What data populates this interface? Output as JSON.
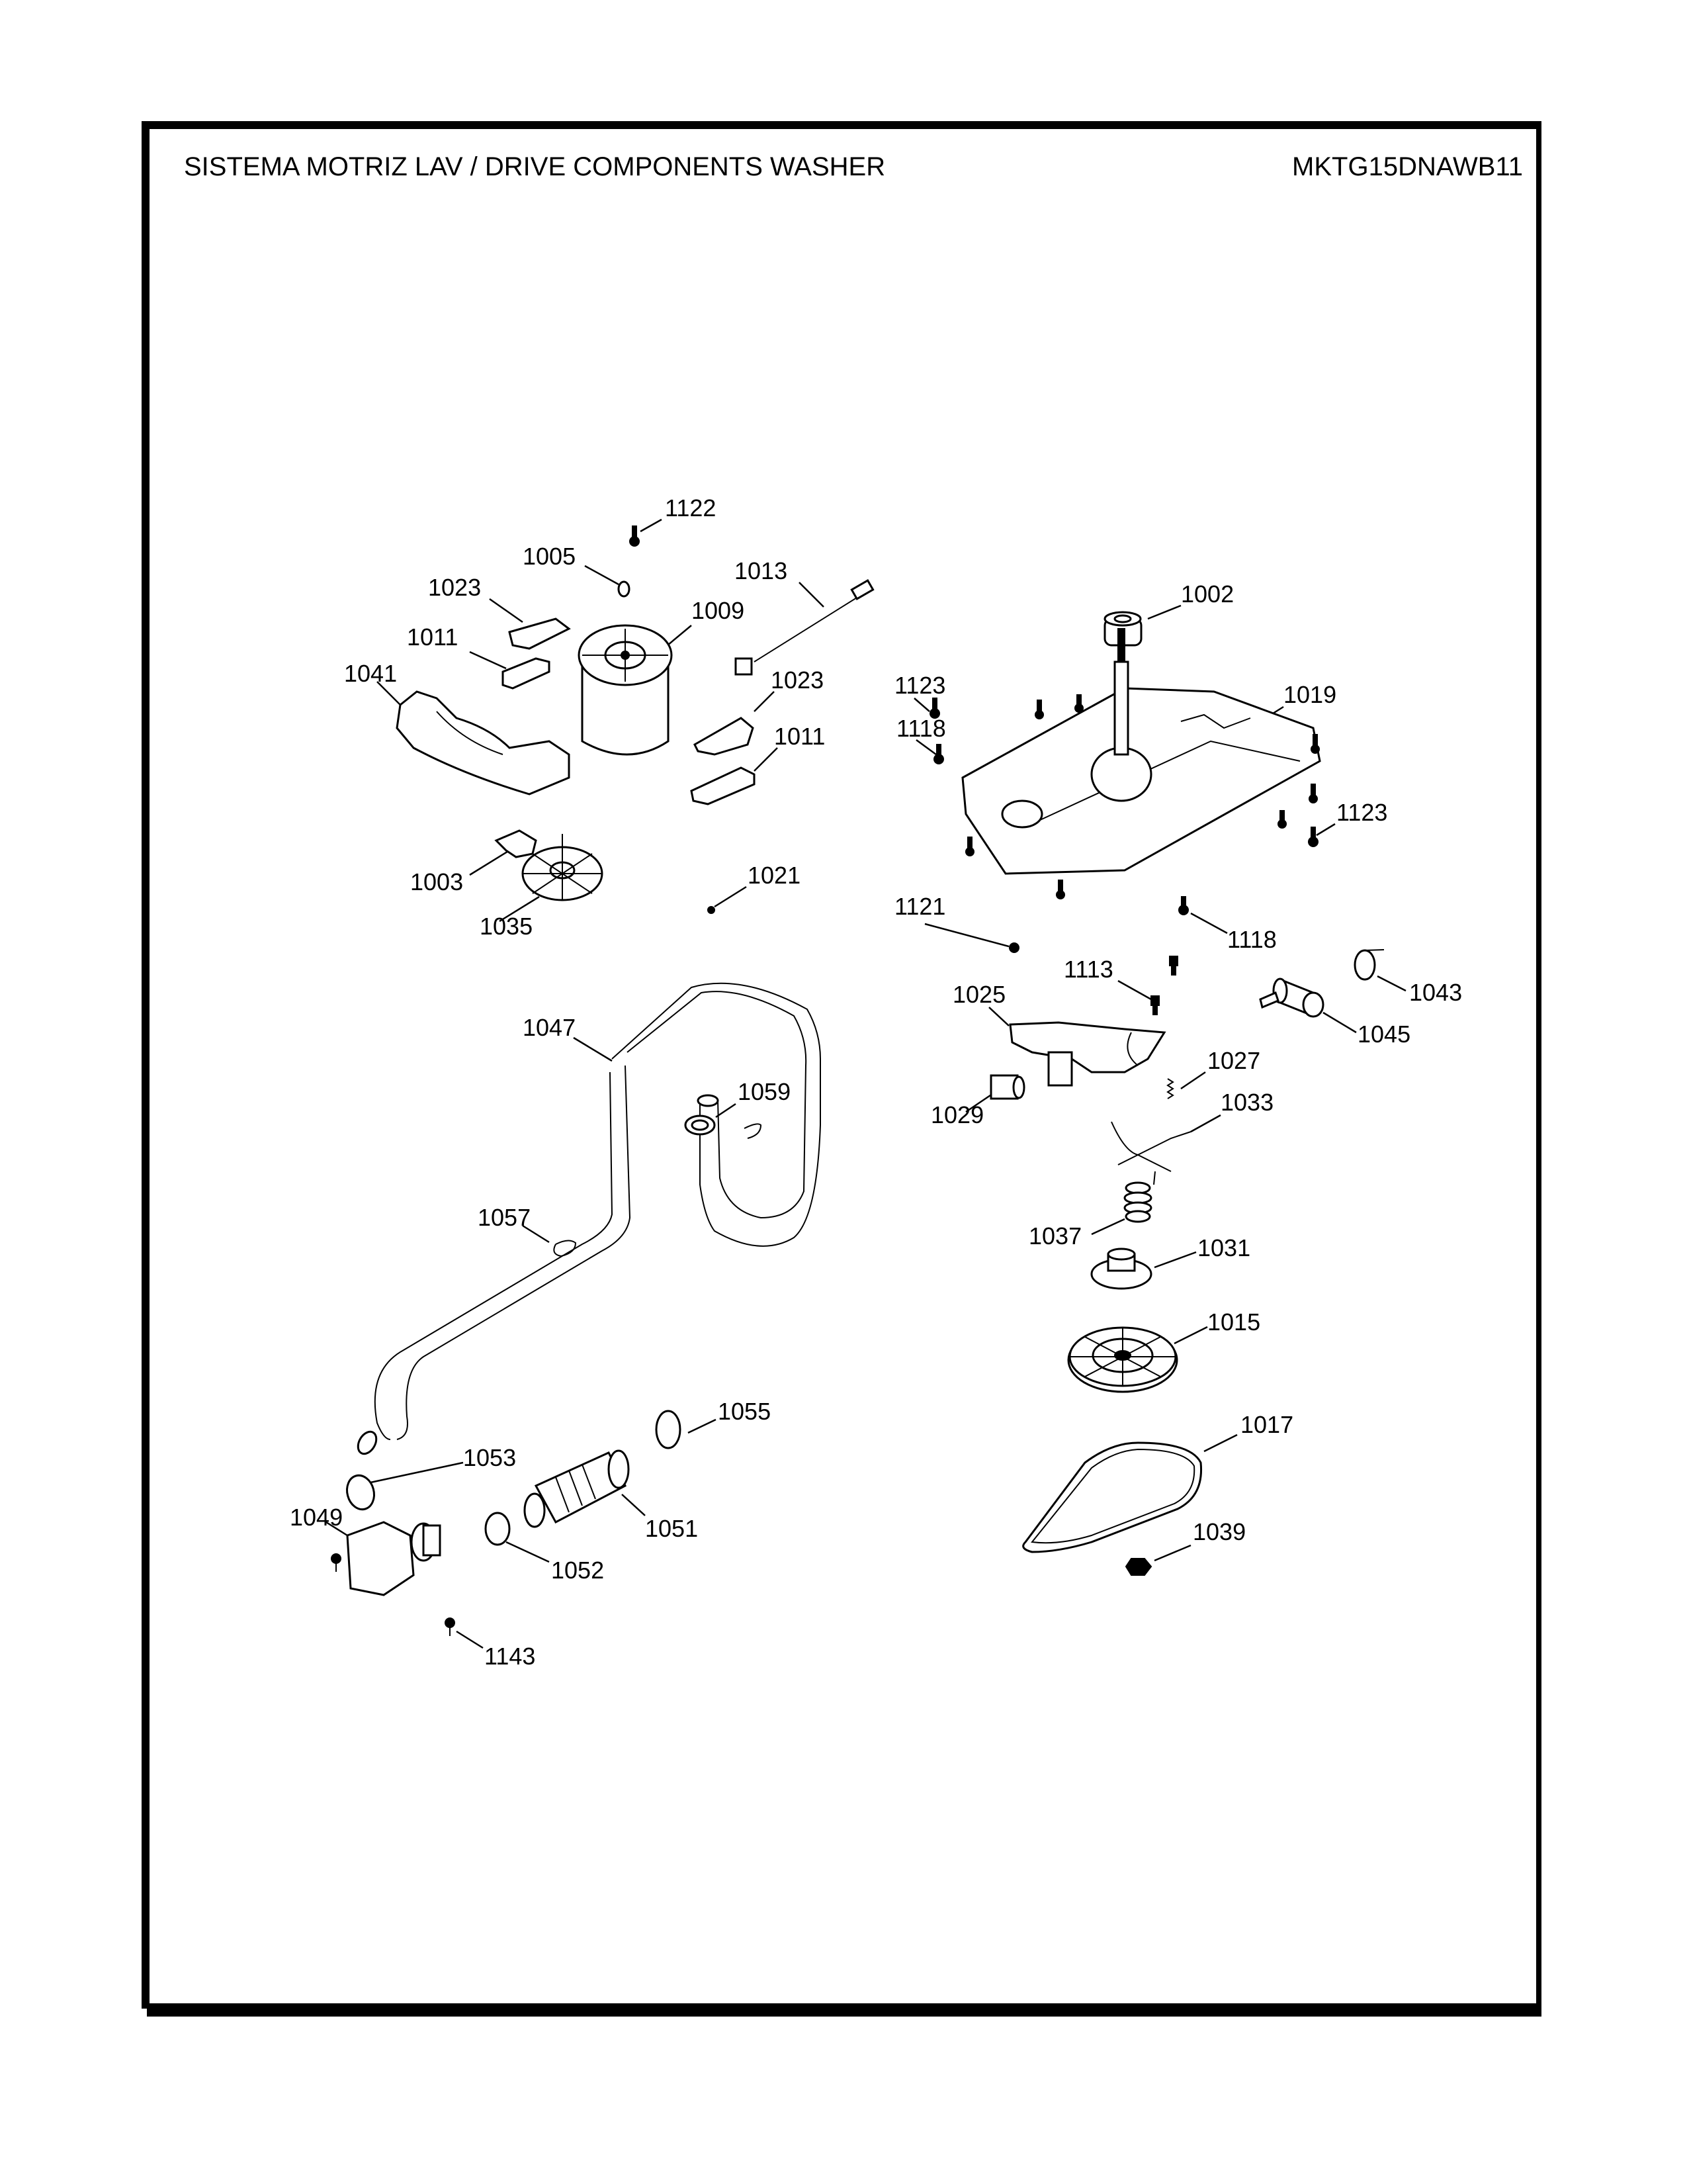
{
  "header": {
    "title": "SISTEMA MOTRIZ LAV / DRIVE COMPONENTS WASHER",
    "model": "MKTG15DNAWB11"
  },
  "callouts": [
    {
      "id": "1122",
      "part": "screw"
    },
    {
      "id": "1005",
      "part": "clip"
    },
    {
      "id": "1013",
      "part": "wire-harness"
    },
    {
      "id": "1023",
      "part": "motor-mount-pad",
      "instance": 1
    },
    {
      "id": "1009",
      "part": "motor"
    },
    {
      "id": "1011",
      "part": "motor-mount-bracket",
      "instance": 1
    },
    {
      "id": "1041",
      "part": "motor-cover"
    },
    {
      "id": "1023",
      "part": "motor-mount-pad",
      "instance": 2
    },
    {
      "id": "1011",
      "part": "motor-mount-bracket",
      "instance": 2
    },
    {
      "id": "1003",
      "part": "bracket-clip"
    },
    {
      "id": "1035",
      "part": "fan-blade"
    },
    {
      "id": "1021",
      "part": "pin"
    },
    {
      "id": "1002",
      "part": "shaft-nut"
    },
    {
      "id": "1123",
      "part": "screw",
      "instance": 1
    },
    {
      "id": "1019",
      "part": "mounting-plate-transmission"
    },
    {
      "id": "1118",
      "part": "screw",
      "instance": 1
    },
    {
      "id": "1123",
      "part": "screw",
      "instance": 2
    },
    {
      "id": "1121",
      "part": "screw"
    },
    {
      "id": "1118",
      "part": "screw",
      "instance": 2
    },
    {
      "id": "1113",
      "part": "bolt"
    },
    {
      "id": "1043",
      "part": "capacitor-strap"
    },
    {
      "id": "1025",
      "part": "clutch-actuator-bracket"
    },
    {
      "id": "1045",
      "part": "capacitor"
    },
    {
      "id": "1027",
      "part": "spring"
    },
    {
      "id": "1029",
      "part": "actuator-motor"
    },
    {
      "id": "1033",
      "part": "shift-fork"
    },
    {
      "id": "1037",
      "part": "coil-spring"
    },
    {
      "id": "1031",
      "part": "clutch-gear"
    },
    {
      "id": "1015",
      "part": "pulley"
    },
    {
      "id": "1017",
      "part": "belt"
    },
    {
      "id": "1039",
      "part": "nut"
    },
    {
      "id": "1047",
      "part": "drain-hose"
    },
    {
      "id": "1059",
      "part": "hose-retainer"
    },
    {
      "id": "1057",
      "part": "hose-clip"
    },
    {
      "id": "1055",
      "part": "hose-clamp"
    },
    {
      "id": "1053",
      "part": "hose-clamp"
    },
    {
      "id": "1049",
      "part": "drain-pump"
    },
    {
      "id": "1051",
      "part": "pump-hose"
    },
    {
      "id": "1052",
      "part": "hose-clamp"
    },
    {
      "id": "1143",
      "part": "screw"
    }
  ]
}
